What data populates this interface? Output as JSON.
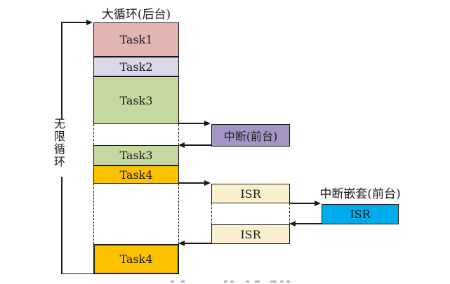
{
  "diagram": {
    "main_column_title": "大循环(后台)",
    "infinite_loop_label": "无限循环",
    "nested_interrupt_title": "中断嵌套(前台)",
    "boxes": {
      "task1": {
        "label": "Task1",
        "bg": "#e2b5b1"
      },
      "task2": {
        "label": "Task2",
        "bg": "#dcd8ea"
      },
      "task3_top": {
        "label": "Task3",
        "bg": "#c5d89f"
      },
      "task3_resume": {
        "label": "Task3",
        "bg": "#c5d89f"
      },
      "task4_first": {
        "label": "Task4",
        "bg": "#fcc200"
      },
      "task4_resume": {
        "label": "Task4",
        "bg": "#fcc200"
      },
      "interrupt_foreground": {
        "label": "中断(前台)",
        "bg": "#a495c5"
      },
      "isr_first": {
        "label": "ISR",
        "bg": "#fbf0cd"
      },
      "isr_second": {
        "label": "ISR",
        "bg": "#fbf0cd"
      },
      "isr_nested": {
        "label": "ISR",
        "bg": "#00acec"
      }
    },
    "line_color": "#1a1a1a"
  }
}
